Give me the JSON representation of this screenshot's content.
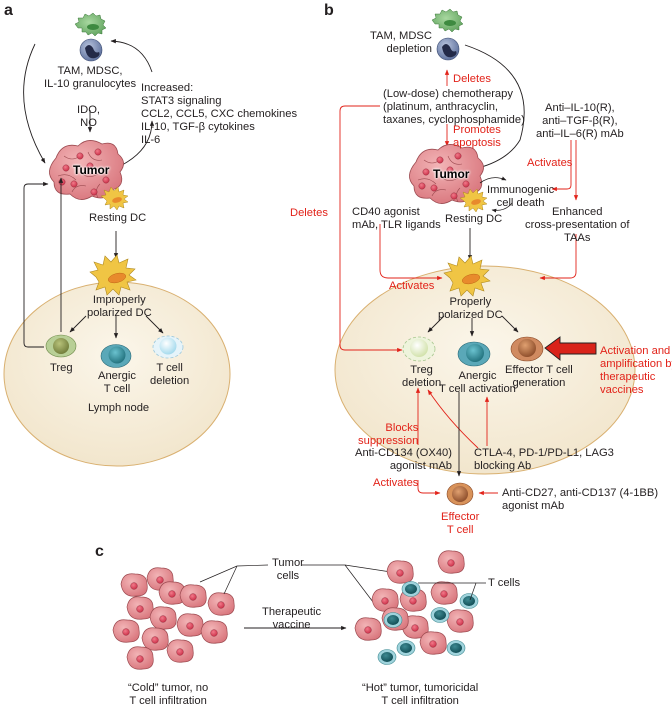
{
  "figure": {
    "colors": {
      "tumor_fill": "#e58f94",
      "tumor_stroke": "#9c4a50",
      "nucleus": "#d1394f",
      "lymph_node_fill": "#f5ecd9",
      "lymph_node_stroke": "#d9b070",
      "red_annotation": "#e2231a",
      "dc_fill": "#f0c544",
      "dc_nucleus": "#e88a2c",
      "treg_fill": "#8a9a4e",
      "anergic_fill": "#2e8b9a",
      "deleted_fill": "#bfe6f2",
      "effector_fill": "#a0623c",
      "tcell_teal": "#1f6e78",
      "tam_green": "#6fb06a",
      "mdsc_blue": "#4a5c8a"
    }
  },
  "panel_a": {
    "label": "a",
    "suppressor_cells": "TAM, MDSC,\nIL-10 granulocytes",
    "increased": "Increased:\nSTAT3 signaling\nCCL2, CCL5, CXC chemokines\nIL-10, TGF-β cytokines\nIL-6",
    "ido_no": "IDO,\nNO",
    "tumor": "Tumor",
    "resting_dc": "Resting DC",
    "improper_dc": "Improperly\npolarized DC",
    "treg": "Treg",
    "anergic": "Anergic\nT cell",
    "deletion": "T cell\ndeletion",
    "lymph_node": "Lymph node"
  },
  "panel_b": {
    "label": "b",
    "depletion": "TAM, MDSC\ndepletion",
    "deletes_top": "Deletes",
    "chemo": "(Low-dose) chemotherapy\n(platinum, anthracyclin,\ntaxanes, cyclophosphamide)",
    "promotes": "Promotes\napoptosis",
    "anti_il10": "Anti–IL-10(R),\nanti–TGF-β(R),\nanti–IL–6(R) mAb",
    "activates_right": "Activates",
    "tumor": "Tumor",
    "immunogenic": "Immunogenic\ncell death",
    "enhanced": "Enhanced\ncross-presentation of\nTAAs",
    "deletes_left": "Deletes",
    "cd40": "CD40 agonist\nmAb, TLR ligands",
    "resting_dc": "Resting DC",
    "activates_mid": "Activates",
    "proper_dc": "Properly\npolarized DC",
    "treg_deletion": "Treg\ndeletion",
    "anergic_activation": "Anergic\nT cell activation",
    "effector_generation": "Effector T cell\ngeneration",
    "vaccine_note": "Activation and\namplification by\ntherapeutic\nvaccines",
    "blocks": "Blocks\nsuppression",
    "anti_cd134": "Anti-CD134 (OX40)\nagonist mAb",
    "ctla4": "CTLA-4, PD-1/PD-L1, LAG3\nblocking Ab",
    "activates_bottom": "Activates",
    "anti_cd27": "Anti-CD27, anti-CD137 (4-1BB)\nagonist mAb",
    "effector_t": "Effector\nT cell"
  },
  "panel_c": {
    "label": "c",
    "tumor_cells": "Tumor\ncells",
    "vaccine": "Therapeutic\nvaccine",
    "t_cells": "T cells",
    "cold": "“Cold” tumor, no\nT cell infiltration",
    "hot": "“Hot” tumor, tumoricidal\nT cell infiltration"
  }
}
